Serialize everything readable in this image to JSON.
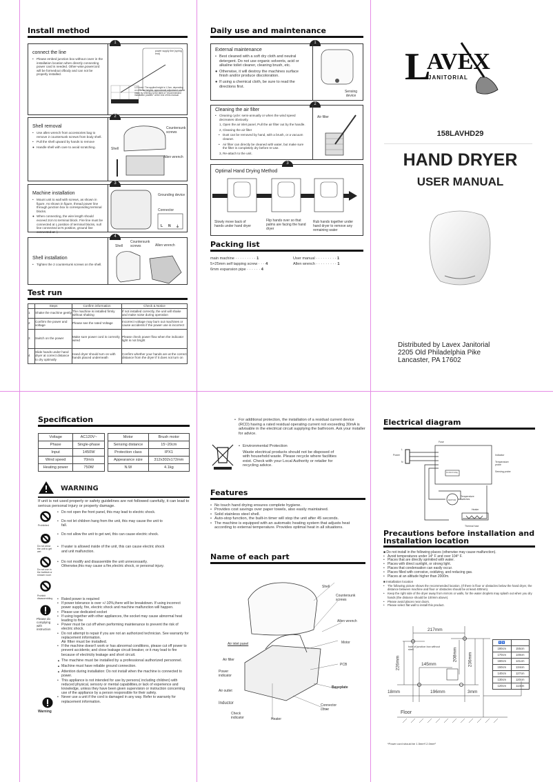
{
  "install": {
    "title": "Install method",
    "step1": {
      "num": "1",
      "title": "connect the line",
      "bullet": "Please embed junction box without cover in the installation location when directly connecting power card is needed. Other-wise,powercord will be formedout ofbody and can not be properly installed.",
      "label_top": "power supply line (spring end)",
      "note": "1270mm / The applied height is 1.2cm, depending on different heights, approximate adjustment can be made by referring to the table of \"recommended installation position\" at the end of this manual."
    },
    "step2": {
      "num": "2",
      "title": "Shell removal",
      "bullets": [
        "Use allen wrench from accessories bag to remove 2 countersunk screws from body shell.",
        "Pull the shell upward by hands to remove"
      ],
      "note": "Handle shell with care to avoid scratching.",
      "labels": [
        "Countersunk screws",
        "Shell",
        "Allen wrench"
      ]
    },
    "step3": {
      "num": "3",
      "title": "Machine installation",
      "bullet": "Mount unit to wall with screws, as shown in figure. As shown in figure, thread power line through junction box to corresponding terminal blocks.",
      "note": "When connecting, the wire length should exceed 2cm to terminal block. Fire line must be connected at L position of terminal blocks, null line connected at N position, ground line connected at ⏚",
      "labels": [
        "Grounding device",
        "Connector"
      ],
      "terminals": [
        "L",
        "N",
        "⏚"
      ]
    },
    "step4": {
      "num": "4",
      "title": "Shell installation",
      "bullet": "Tighten the 2 countersunk screws on the shell.",
      "labels": [
        "Shell",
        "Countersunk screws",
        "Allen wrench"
      ]
    }
  },
  "test_run": {
    "title": "Test run",
    "headers": [
      "",
      "Steps",
      "Confirm information",
      "Check & Notice"
    ],
    "rows": [
      [
        "1",
        "Shake the machine gently",
        "The machine is installed firmly without shaking",
        "If not installed correctly, the unit will shake and make noise during operation"
      ],
      [
        "2",
        "Confirm the power and voltage",
        "Please see the rated Voltage",
        "Incorrect voltage may burn out machines or cause accidents if the power use is incorrect"
      ],
      [
        "3",
        "Switch on the power",
        "Make sure power cord is correctly wired",
        "Please check power flow when the indicator light is not bright"
      ],
      [
        "4",
        "Slide hands under hand dryer at correct distance to dry optimally",
        "Hand dryer should turn on with hands placed underneath",
        "Confirm whether your hands are at the correct distance from the dryer if it does not turn on"
      ]
    ]
  },
  "daily": {
    "title": "Daily use and maintenance",
    "box1": {
      "num": "1",
      "title": "External maintenance",
      "bullet": "Best cleaned with a soft dry cloth and neutral detergent. Do not use organic solvents, acid or alkaline toilet cleaner, cleaning brush, etc.",
      "notes": [
        "Otherwise, it will destroy the machines surface finish and/or produce discoloration.",
        "If using a chemical cloth, be sure to read the directions first."
      ],
      "label": "Sensing device"
    },
    "box2": {
      "num": "2",
      "title": "Cleaning the air filter",
      "bullet": "Cleaning cycle: semi-annually or when the wind speed decreases obviously.",
      "step1": "1, Open the air inlet panel, Pull the air filter out by the handle.",
      "step2": "2, Cleaning the air filter",
      "sub": [
        "Dust can be removed by hand, with a brush, or a vacuum cleaner.",
        "Air filter can directly be cleaned with water, but make sure the filter is completely dry before re-use."
      ],
      "step3": "3, Re-attach to the unit.",
      "label": "Air filter"
    },
    "box3": {
      "num": "3",
      "title": "Optimal Hand Drying Method",
      "captions": [
        "Slowly move back of hands under hand dryer",
        "Flip hands over so that palms are facing the hand dryer",
        "Rub hands together under hand dryer to remove any remaining water"
      ]
    }
  },
  "packing": {
    "title": "Packing list",
    "items": [
      {
        "name": "main machine",
        "qty": "1"
      },
      {
        "name": "5×25mm self tapping screw",
        "qty": "4"
      },
      {
        "name": "6mm expansion pipe",
        "qty": "4"
      },
      {
        "name": "User manual",
        "qty": "1"
      },
      {
        "name": "Allen wrench",
        "qty": "1"
      }
    ]
  },
  "cover": {
    "logo": "LAVEX JANITORIAL",
    "model": "158LAVHD29",
    "title": "HAND DRYER",
    "subtitle": "USER MANUAL",
    "distributor": [
      "Distributed by Lavex Janitorial",
      "2205 Old Philadelphia Pike",
      "Lancaster, PA 17602"
    ]
  },
  "spec": {
    "title": "Specification",
    "left": [
      [
        "Voltage",
        "AC120V~"
      ],
      [
        "Phase",
        "Single-phase"
      ],
      [
        "Input",
        "1450W"
      ],
      [
        "Wind speed",
        "70m/s"
      ],
      [
        "Heating power",
        "750W"
      ]
    ],
    "right": [
      [
        "Motor",
        "Brush motor"
      ],
      [
        "Sensing distance",
        "15~20cm"
      ],
      [
        "Protection class",
        "IPX1"
      ],
      [
        "Appearance size",
        "312x302x172mm"
      ],
      [
        "N.W",
        "4.1kg"
      ]
    ]
  },
  "warning": {
    "title": "WARNING",
    "intro": "If unit is not used properly or safety guidelines are not followed carefully, it can lead to serious personal injury or property damage.",
    "icon_labels": [
      "Prohibited",
      "Do not allow the unit to get wet",
      "Do not use in the bathtub or shower room",
      "Prohibit disassembling",
      "Please do complying with instruction",
      "Warning"
    ],
    "prohibited": [
      "Do not open the front panel, this may lead to electric shock.",
      "Do not let children hang from the unit, this may cause the unit to fall.",
      "Do not allow the unit to get wet, this can cause electric shock.",
      "If water is allowed inside of the unit, this can cause electric shock and unit malfunction.",
      "Do not modify and disassemble the unit unnecessarily. Otherwise,this may cause a fire,electric shock, or personal injury."
    ],
    "instructions": [
      "Rated power is required",
      "If power tolerance is over +/-10%,there will be breakdown. If using incorrect power supply, fire, electric shock and machine malfunction will happen.",
      "Please use dedicated socket",
      "If using together with other appliances, the socket may cause abnormal heat leading to fire",
      "Power must be cut off when performing maintenance to prevent the risk of electric shock.",
      "Do not attempt to repair if you are not an authorized technician. See warranty for replacement information.",
      "If the machine doesn't work or has abnormal conditions, please cut off power to prevent accidents; and close leakage circuit breaker, or it may lead to fire because of electricity leakage and short circuit."
    ],
    "air_filter": "Air filter must be installed.",
    "cautions": [
      "The machine must be installed by a professional authorized personnel.",
      "Machine must have reliable ground connection.",
      "Attention during installation: Do not install when the machine is connected to power."
    ],
    "final": [
      "This appliance is not intended for use by persons( including children) with reduced physical, sensory or mental capabilities,or lack of experience and knowledge, unless they have been given supervision or instruction concerning use of the appliance by a person responsible for their safety.",
      "Never use a unit if the cord is damaged in any way. Refer to warranty for replacement information."
    ]
  },
  "rcd": "For additional protection, the installation of a residual current device (RCD) having a rated residual operating current not exceeding 30mA is advisable in the electrical circuit supplying the bathroom. Ask your installer for advice.",
  "env": {
    "title": "Environmental Protection",
    "text": "Waste electrical products should not be disposed of with household waste. Please recycle where facilities exist. Check with your Local Authority or retailer for recycling advice."
  },
  "features": {
    "title": "Features",
    "items": [
      "No touch hand drying ensures complete hygiene.",
      "Provides cost savings over paper towels, also easily maintained.",
      "Solid stainless steel shell.",
      "Auto-stop function, the built-in timer will stop the unit after 45 seconds.",
      "The machine is equipped with an automatic heating system that adjusts heat according to external temperature. Provides optimal heat in all situations."
    ]
  },
  "parts": {
    "title": "Name of each part",
    "labels": [
      "Shell",
      "Countersunk screws",
      "Allen wrench",
      "Motor",
      "Air inlet panel",
      "Air filter",
      "Power indicator",
      "PCB",
      "Air outlet",
      "Baseplate",
      "Inductor",
      "Check indicator",
      "Heater",
      "Connector cover"
    ]
  },
  "electrical": {
    "title": "Electrical diagram",
    "labels": [
      "Fuse",
      "L",
      "Power",
      "N",
      "Indicator",
      "Temperature probe",
      "Sensing probe",
      "Control relay",
      "MOTOR",
      "Temperature switches",
      "Heater",
      "Thermal fuse"
    ]
  },
  "precautions": {
    "title": "Precautions before installation and Installation location",
    "avoid_head": "Do not install in the following places (otherwise may cause malfunction).",
    "avoid": [
      "Avoid temperatures under 14° F and over 104° F.",
      "Places that are directly sprinkled with water.",
      "Places with direct sunlight, or strong light.",
      "Places that condensation can easily occur.",
      "Places filled with corrosive, oxidizing, and reducing gas.",
      "Places at an altitude higher than 2000m."
    ],
    "loc_head": "Installation location",
    "loc": [
      "The following picture shows the recommended location. (If there is floor or obstacles below the hand dryer, the distance between machine and floor or obstacles should be at least 400mm).",
      "Keep the right side of the dryer away from mirrors or walls, for the water droplets may splash out when you dry hands (the distance should be 100mm above).",
      "Please avoid places near doors.",
      "Please select flat wall to install this product."
    ],
    "dims": {
      "d217": "217mm",
      "d226": "226mm",
      "d208": "208mm",
      "d236": "236mm",
      "d145": "145mm",
      "d18": "18mm",
      "d196": "196mm",
      "d3": "3mm",
      "hole": "hole of junction box without shell",
      "floor": "Floor"
    },
    "height_table": {
      "header": "🚹🚺",
      "rows": [
        [
          "180cm",
          "155cm"
        ],
        [
          "170cm",
          "148cm"
        ],
        [
          "160cm",
          "141cm"
        ],
        [
          "150cm",
          "134cm"
        ],
        [
          "140cm",
          "127cm"
        ],
        [
          "130cm",
          "120cm"
        ],
        [
          "120cm",
          "113cm"
        ]
      ]
    },
    "cord": "*Power cord should be 1.5mm²-2.0mm²"
  },
  "colors": {
    "divider": "#e58ae5",
    "text": "#222222"
  }
}
